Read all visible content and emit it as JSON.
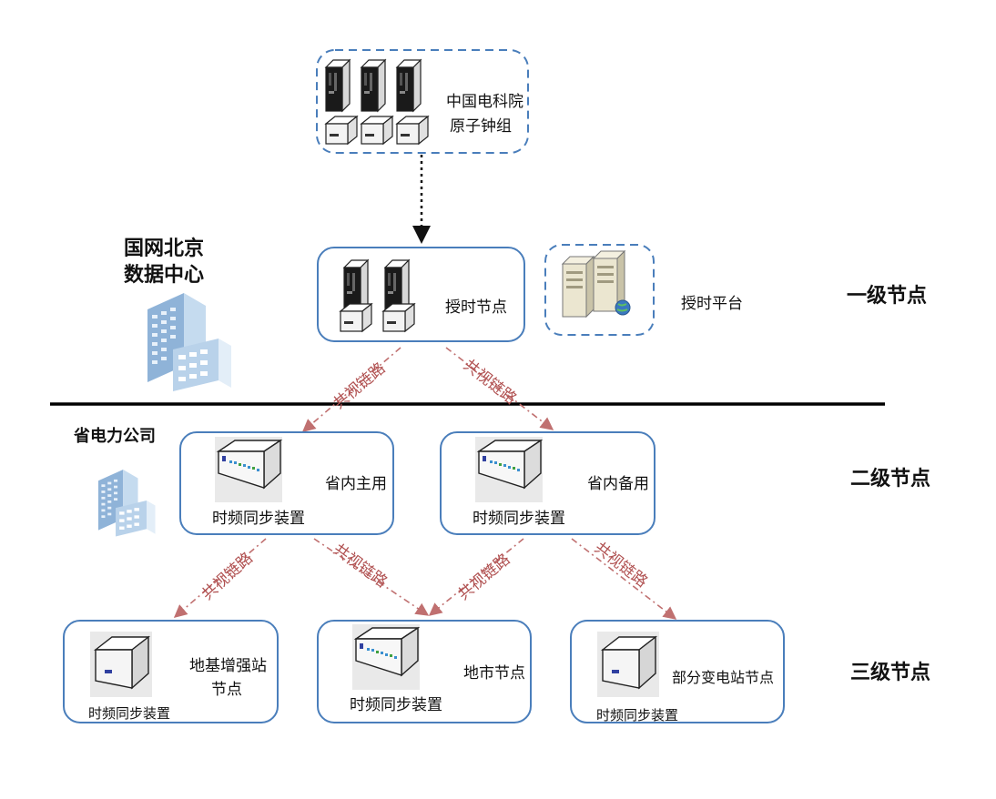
{
  "atomic_clock_group": {
    "label_line1": "中国电科院",
    "label_line2": "原子钟组"
  },
  "datacenter": {
    "label_line1": "国网北京",
    "label_line2": "数据中心"
  },
  "timing_node": {
    "label": "授时节点"
  },
  "timing_platform": {
    "label": "授时平台"
  },
  "province_company": {
    "label": "省电力公司"
  },
  "province_main": {
    "label": "省内主用",
    "device": "时频同步装置"
  },
  "province_backup": {
    "label": "省内备用",
    "device": "时频同步装置"
  },
  "ground_station": {
    "label_line1": "地基增强站",
    "label_line2": "节点",
    "device": "时频同步装置"
  },
  "city_node": {
    "label": "地市节点",
    "device": "时频同步装置"
  },
  "substation": {
    "label": "部分变电站节点",
    "device": "时频同步装置"
  },
  "levels": {
    "level1": "一级节点",
    "level2": "二级节点",
    "level3": "三级节点"
  },
  "link_label": "共视链路",
  "colors": {
    "box_border": "#4a7ebb",
    "link_arrow": "#c07070",
    "link_text": "#b05050",
    "divider": "#000000"
  }
}
